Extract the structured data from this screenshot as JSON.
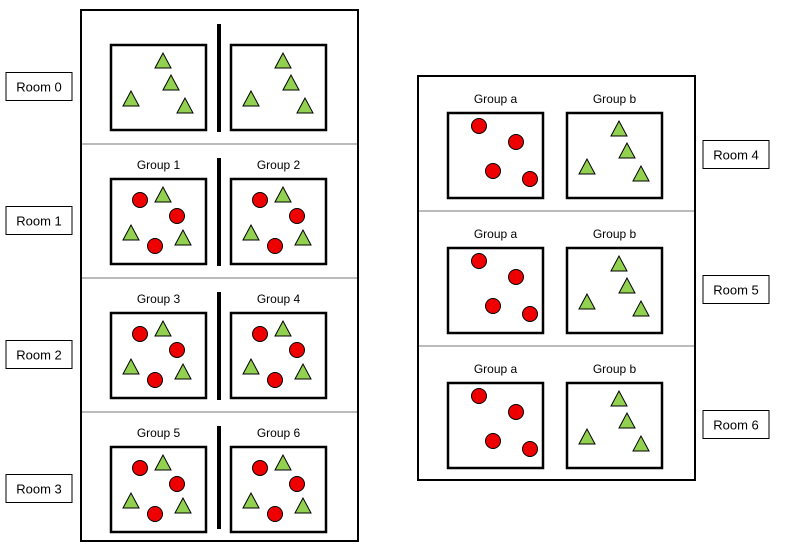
{
  "diagram": {
    "left_panel": {
      "rooms": [
        {
          "label": "Room 0",
          "groups": [
            {
              "label": "",
              "shapes": "triangles"
            },
            {
              "label": "",
              "shapes": "triangles"
            }
          ]
        },
        {
          "label": "Room 1",
          "groups": [
            {
              "label": "Group 1",
              "shapes": "mixed"
            },
            {
              "label": "Group 2",
              "shapes": "mixed"
            }
          ]
        },
        {
          "label": "Room 2",
          "groups": [
            {
              "label": "Group 3",
              "shapes": "mixed"
            },
            {
              "label": "Group 4",
              "shapes": "mixed"
            }
          ]
        },
        {
          "label": "Room 3",
          "groups": [
            {
              "label": "Group 5",
              "shapes": "mixed"
            },
            {
              "label": "Group 6",
              "shapes": "mixed"
            }
          ]
        }
      ]
    },
    "right_panel": {
      "rooms": [
        {
          "label": "Room 4",
          "groups": [
            {
              "label": "Group a",
              "shapes": "circles"
            },
            {
              "label": "Group b",
              "shapes": "triangles"
            }
          ]
        },
        {
          "label": "Room 5",
          "groups": [
            {
              "label": "Group a",
              "shapes": "circles"
            },
            {
              "label": "Group b",
              "shapes": "triangles"
            }
          ]
        },
        {
          "label": "Room 6",
          "groups": [
            {
              "label": "Group a",
              "shapes": "circles"
            },
            {
              "label": "Group b",
              "shapes": "triangles"
            }
          ]
        }
      ]
    },
    "colors": {
      "circle_fill": "#ee0000",
      "triangle_fill": "#92d050",
      "stroke": "#000000"
    },
    "icons": [
      "red-circle-icon",
      "green-triangle-icon"
    ]
  }
}
